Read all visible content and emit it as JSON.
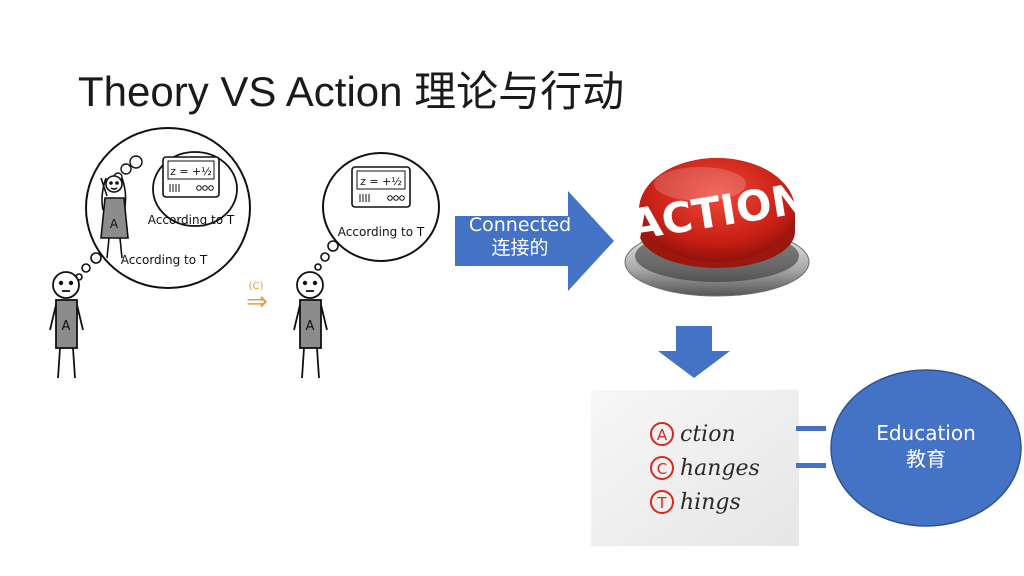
{
  "slide": {
    "title": "Theory VS Action 理论与行动"
  },
  "cartoon_left": {
    "formula": "z = +½",
    "inner_caption": "According to T",
    "outer_caption": "According to T",
    "person_small_letter": "A",
    "person_big_letter": "A"
  },
  "implies": {
    "mark": "(C)",
    "symbol": "⇒"
  },
  "cartoon_right": {
    "formula": "z = +½",
    "caption": "According to T",
    "person_letter": "A"
  },
  "arrow": {
    "line1": "Connected",
    "line2": "连接的"
  },
  "action_button": {
    "text": "ACTION"
  },
  "acronym": {
    "letters": [
      "A",
      "C",
      "T"
    ],
    "rests": [
      "ction",
      "hanges",
      "hings"
    ]
  },
  "education": {
    "line1": "Education",
    "line2": "教育"
  },
  "colors": {
    "blue": "#4472c4",
    "red": "#d42a1e",
    "orange": "#e89c3f"
  }
}
